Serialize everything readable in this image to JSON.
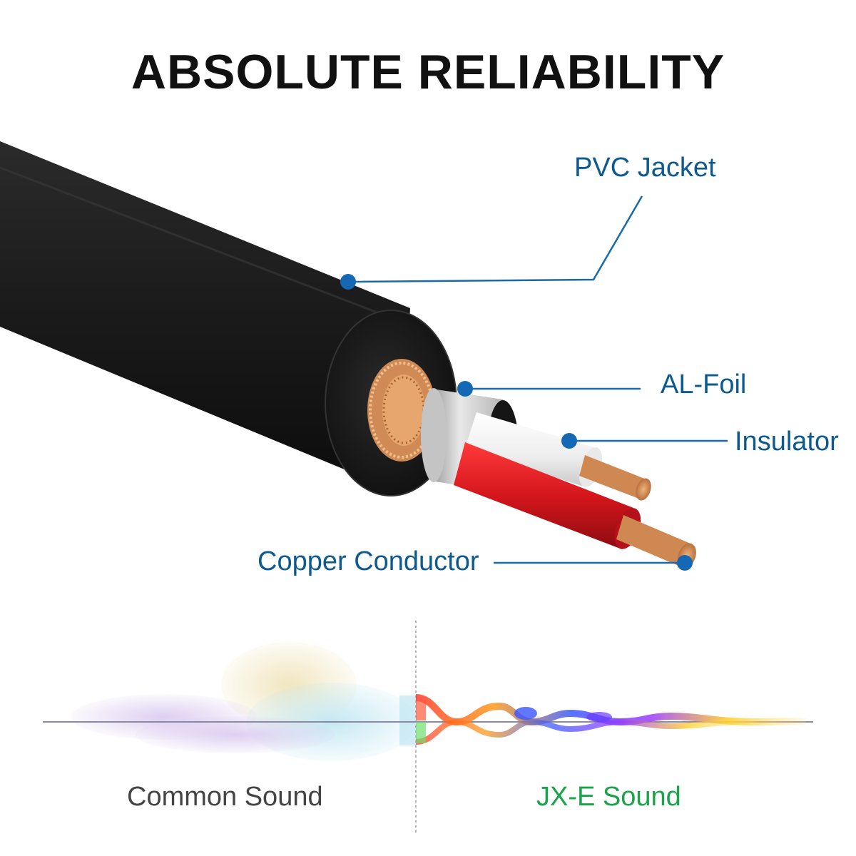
{
  "title": "ABSOLUTE RELIABILITY",
  "callouts": {
    "pvc_jacket": "PVC Jacket",
    "al_foil": "AL-Foil",
    "insulator": "Insulator",
    "copper_conductor": "Copper Conductor"
  },
  "comparison": {
    "left_label": "Common Sound",
    "right_label": "JX-E Sound"
  },
  "colors": {
    "callout_text": "#0d5a8f",
    "callout_line": "#1a6aa8",
    "callout_dot": "#1468b4",
    "jacket": "#1c1c1c",
    "wire_red": "#d4161c",
    "wire_white": "#f2f2f2",
    "copper": "#d9905a",
    "common_sound_text": "#444444",
    "jxe_sound_text": "#1aa34a"
  },
  "icons": {
    "cable": "cable-cross-section-illustration",
    "waves": "sound-wave-comparison-illustration"
  }
}
